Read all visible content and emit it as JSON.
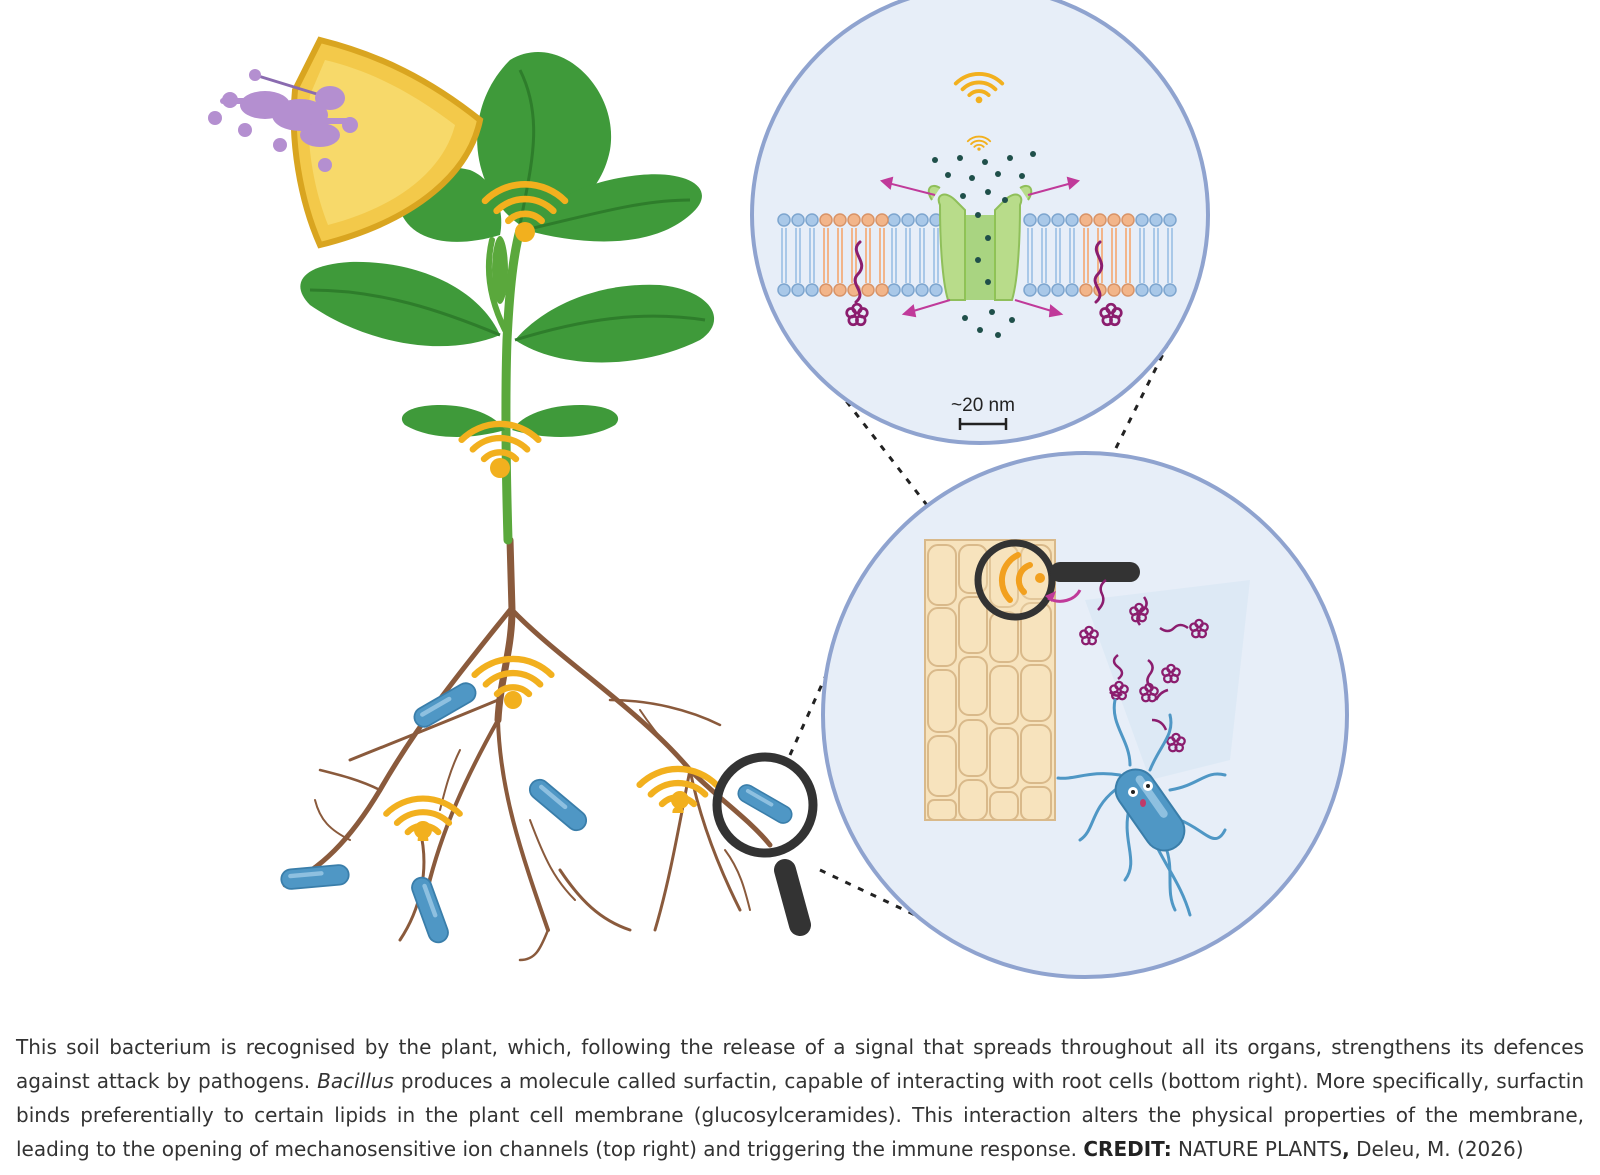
{
  "figure": {
    "scale_label": "~20 nm"
  },
  "caption": {
    "part1": "This soil bacterium is recognised by the plant, which, following the release of a signal that spreads throughout all its organs, strengthens its defences against attack by pathogens. ",
    "italic_word": "Bacillus",
    "part2": " produces a molecule called surfactin, capable of interacting with root cells (bottom right). More specifically, surfactin binds preferentially to certain lipids in the plant cell membrane (glucosylceramides). This interaction alters the physical properties of the membrane, leading to the opening of mechanosensitive ion channels (top right) and triggering the immune response. ",
    "credit_label": "CREDIT:",
    "credit_source": " NATURE PLANTS",
    "credit_comma": ",",
    "credit_author": " Deleu, M. (2026)"
  },
  "colors": {
    "leaf": "#3f9a3a",
    "leaf_dark": "#2e7d2b",
    "stem": "#5aa83c",
    "root": "#8a5a3c",
    "signal": "#f2b01e",
    "shield": "#f3c94a",
    "pathogen": "#b48fd0",
    "bacterium": "#4f97c5",
    "lipid_blue": "#a9c8e8",
    "lipid_orange": "#f2b58a",
    "channel": "#b8dc8a",
    "surfactin": "#8b1d6e",
    "circle_fill": "#e7eef8",
    "circle_stroke": "#8fa3cf",
    "cell": "#f7e3bd",
    "cell_stroke": "#d9b98a",
    "magnifier": "#333333"
  },
  "icons": [
    "shield-icon",
    "pathogen-icon",
    "signal-wave-icon",
    "bacterium-icon",
    "magnifier-icon",
    "ion-channel-icon",
    "surfactin-icon"
  ]
}
